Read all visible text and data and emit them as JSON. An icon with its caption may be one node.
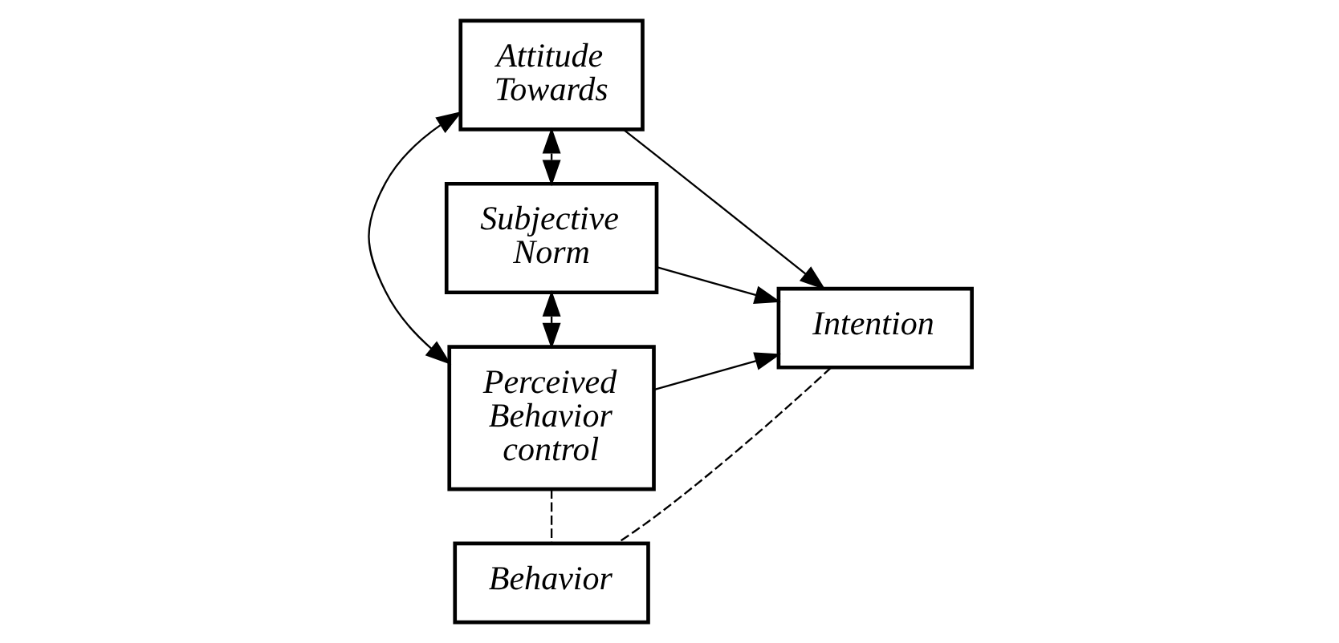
{
  "diagram": {
    "nodes": [
      {
        "text": [
          "Attitude Towards"
        ]
      },
      {
        "text": [
          "Subjective Norm"
        ]
      },
      {
        "text": [
          "Perceived Behavior control"
        ]
      },
      {
        "text": [
          "Intention"
        ]
      },
      {
        "text": [
          "Behavior"
        ]
      }
    ],
    "edges": [
      {
        "from": 0,
        "to": 3,
        "arrow": "to"
      },
      {
        "from": 1,
        "to": 3,
        "arrow": "to"
      },
      {
        "from": 2,
        "to": 3,
        "arrow": "to"
      },
      {
        "from": 3,
        "to": 4,
        "arrow": "none",
        "style": "dashed"
      },
      {
        "from": 2,
        "to": 4,
        "arrow": "none",
        "style": "dashed"
      },
      {
        "from": 0,
        "to": 2,
        "arrow": "both"
      },
      {
        "from": 0,
        "to": 1,
        "arrow": "both"
      },
      {
        "from": 1,
        "to": 2,
        "arrow": "both"
      }
    ]
  }
}
